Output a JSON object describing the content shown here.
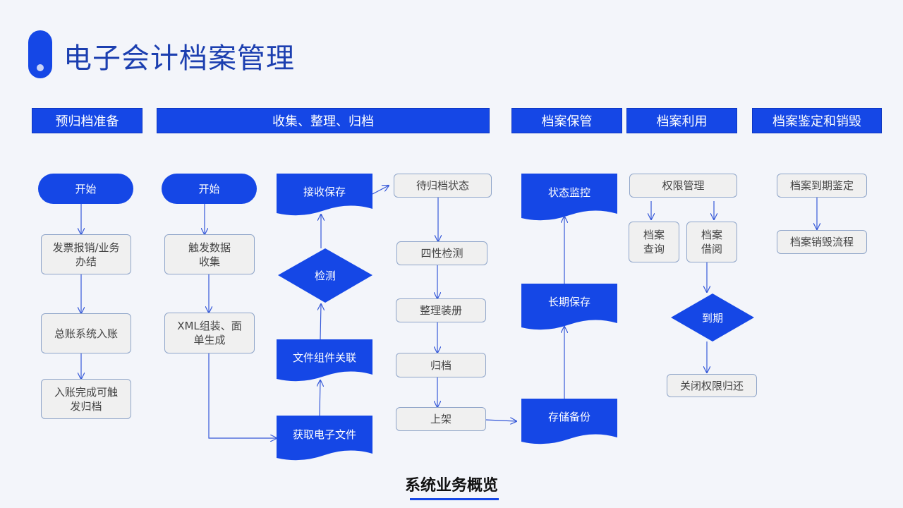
{
  "title": "电子会计档案管理",
  "footer": "系统业务概览",
  "colors": {
    "accent": "#1547e6",
    "arrow": "#3558d8",
    "box_bg": "#f0f0f0",
    "box_border": "#8fa5c9"
  },
  "phases": [
    "预归档准备",
    "收集、整理、归档",
    "档案保管",
    "档案利用",
    "档案鉴定和销毁"
  ],
  "nodes": {
    "start1": "开始",
    "n1_invoice": "发票报销/业务\n办结",
    "n1_ledger": "总账系统入账",
    "n1_trigger": "入账完成可触\n发归档",
    "start2": "开始",
    "n2_collect": "触发数据\n收集",
    "n2_xml": "XML组装、面\n单生成",
    "n2_fetch": "获取电子文件",
    "n2_link": "文件组件关联",
    "n2_detect": "检测",
    "n2_receive": "接收保存",
    "n3_pending": "待归档状态",
    "n3_four": "四性检测",
    "n3_bind": "整理装册",
    "n3_archive": "归档",
    "n3_shelf": "上架",
    "n4_backup": "存储备份",
    "n4_longterm": "长期保存",
    "n4_monitor": "状态监控",
    "n5_perm": "权限管理",
    "n5_query": "档案\n查询",
    "n5_borrow": "档案\n借阅",
    "n5_expire": "到期",
    "n5_close": "关闭权限归还",
    "n6_appraise": "档案到期鉴定",
    "n6_destroy": "档案销毁流程"
  }
}
